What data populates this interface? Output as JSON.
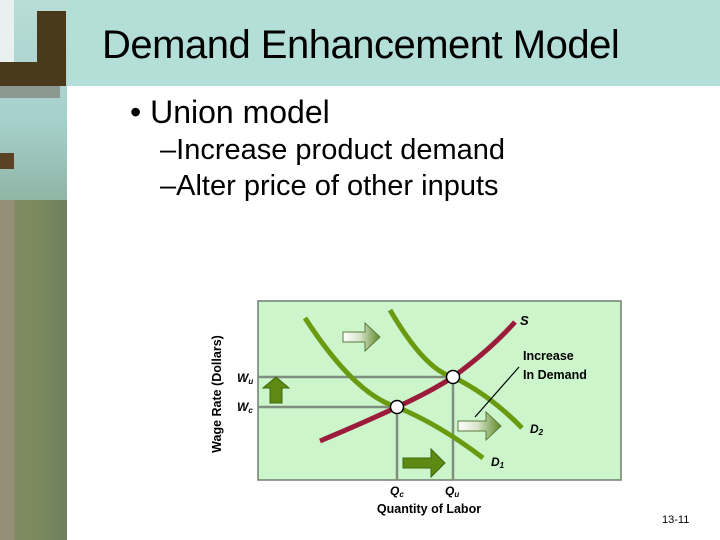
{
  "slide": {
    "title": "Demand Enhancement Model",
    "bullets": [
      {
        "level": 1,
        "marker": "•",
        "text": "Union model"
      },
      {
        "level": 2,
        "marker": "–",
        "text": "Increase product demand"
      },
      {
        "level": 2,
        "marker": "–",
        "text": "Alter price of other inputs"
      }
    ],
    "page_number": "13-11"
  },
  "diagram": {
    "type": "supply-demand",
    "y_axis_label": "Wage Rate (Dollars)",
    "x_axis_label": "Quantity of Labor",
    "y_ticks": [
      {
        "main": "W",
        "sub": "u"
      },
      {
        "main": "W",
        "sub": "c"
      }
    ],
    "x_ticks": [
      {
        "main": "Q",
        "sub": "c"
      },
      {
        "main": "Q",
        "sub": "u"
      }
    ],
    "curves": {
      "supply": {
        "label": "S",
        "color": "#9b1b3a"
      },
      "demand1": {
        "label": "D",
        "sub": "1",
        "color": "#6a9a10"
      },
      "demand2": {
        "label": "D",
        "sub": "2",
        "color": "#6a9a10"
      }
    },
    "annotation_line1": "Increase",
    "annotation_line2": "In Demand",
    "background_color": "#ccf5cc",
    "arrow_color": "#5e8a14"
  },
  "colors": {
    "title_band": "#b3dfd8",
    "sidebar": "#7a8a5e"
  }
}
